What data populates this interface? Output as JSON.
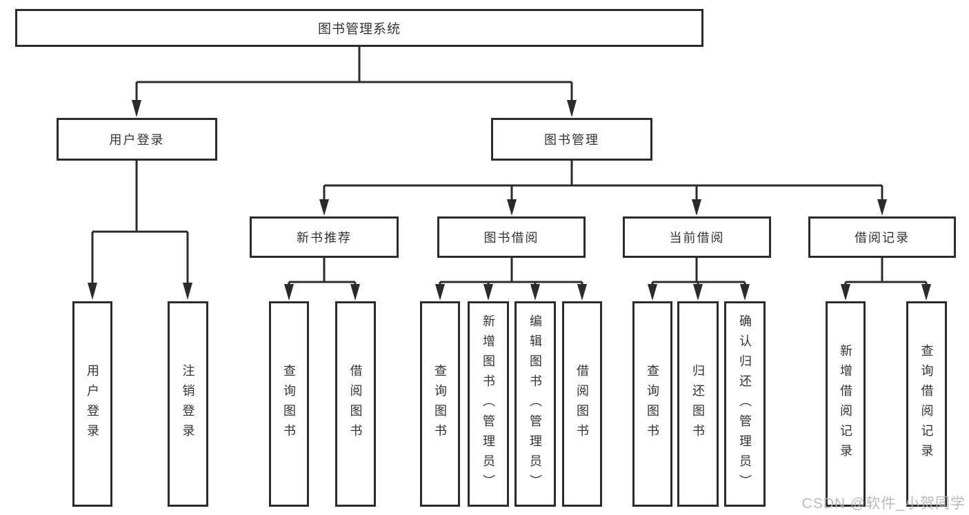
{
  "tree": {
    "label": "图书管理系统",
    "children": [
      {
        "label": "用户登录",
        "children": [
          {
            "label": "用户登录"
          },
          {
            "label": "注销登录"
          }
        ]
      },
      {
        "label": "图书管理",
        "children": [
          {
            "label": "新书推荐",
            "children": [
              {
                "label": "查询图书"
              },
              {
                "label": "借阅图书"
              }
            ]
          },
          {
            "label": "图书借阅",
            "children": [
              {
                "label": "查询图书"
              },
              {
                "label": "新增图书（管理员）"
              },
              {
                "label": "编辑图书（管理员）"
              },
              {
                "label": "借阅图书"
              }
            ]
          },
          {
            "label": "当前借阅",
            "children": [
              {
                "label": "查询图书"
              },
              {
                "label": "归还图书"
              },
              {
                "label": "确认归还（管理员）"
              }
            ]
          },
          {
            "label": "借阅记录",
            "children": [
              {
                "label": "新增借阅记录"
              },
              {
                "label": "查询借阅记录"
              }
            ]
          }
        ]
      }
    ]
  },
  "watermark": "CSDN @软件_小贺同学",
  "colors": {
    "line": "#2b2b2b",
    "box_fill": "#ffffff",
    "text": "#333333",
    "watermark": "#b2b2b2"
  }
}
